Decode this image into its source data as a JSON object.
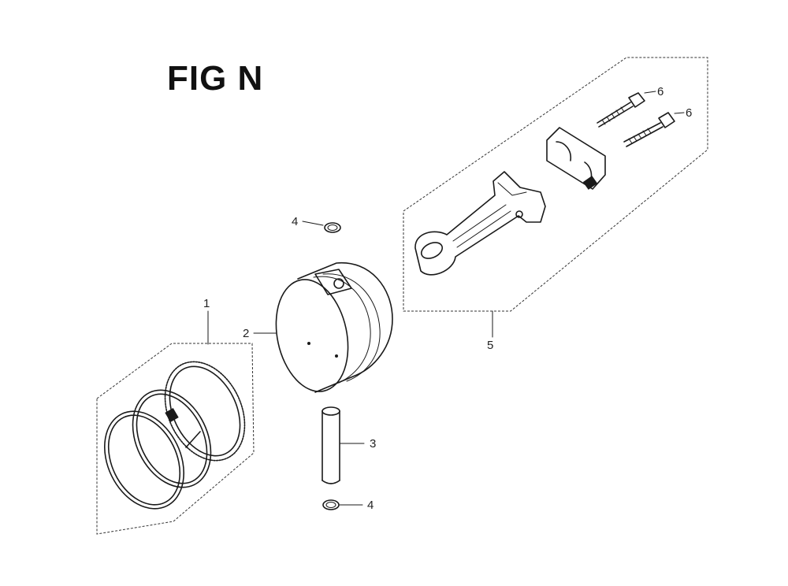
{
  "figure": {
    "title": "FIG N"
  },
  "parts": [
    {
      "ref": "1",
      "part": "piston-ring-set"
    },
    {
      "ref": "2",
      "part": "piston"
    },
    {
      "ref": "3",
      "part": "piston-pin"
    },
    {
      "ref": "4",
      "part": "piston-pin-clip"
    },
    {
      "ref": "5",
      "part": "connecting-rod-assembly"
    },
    {
      "ref": "6",
      "part": "connecting-rod-bolt"
    }
  ],
  "callouts": {
    "ring_set": "1",
    "piston": "2",
    "pin": "3",
    "clip_top": "4",
    "clip_bottom": "4",
    "conrod": "5",
    "bolt_upper": "6",
    "bolt_lower": "6"
  }
}
